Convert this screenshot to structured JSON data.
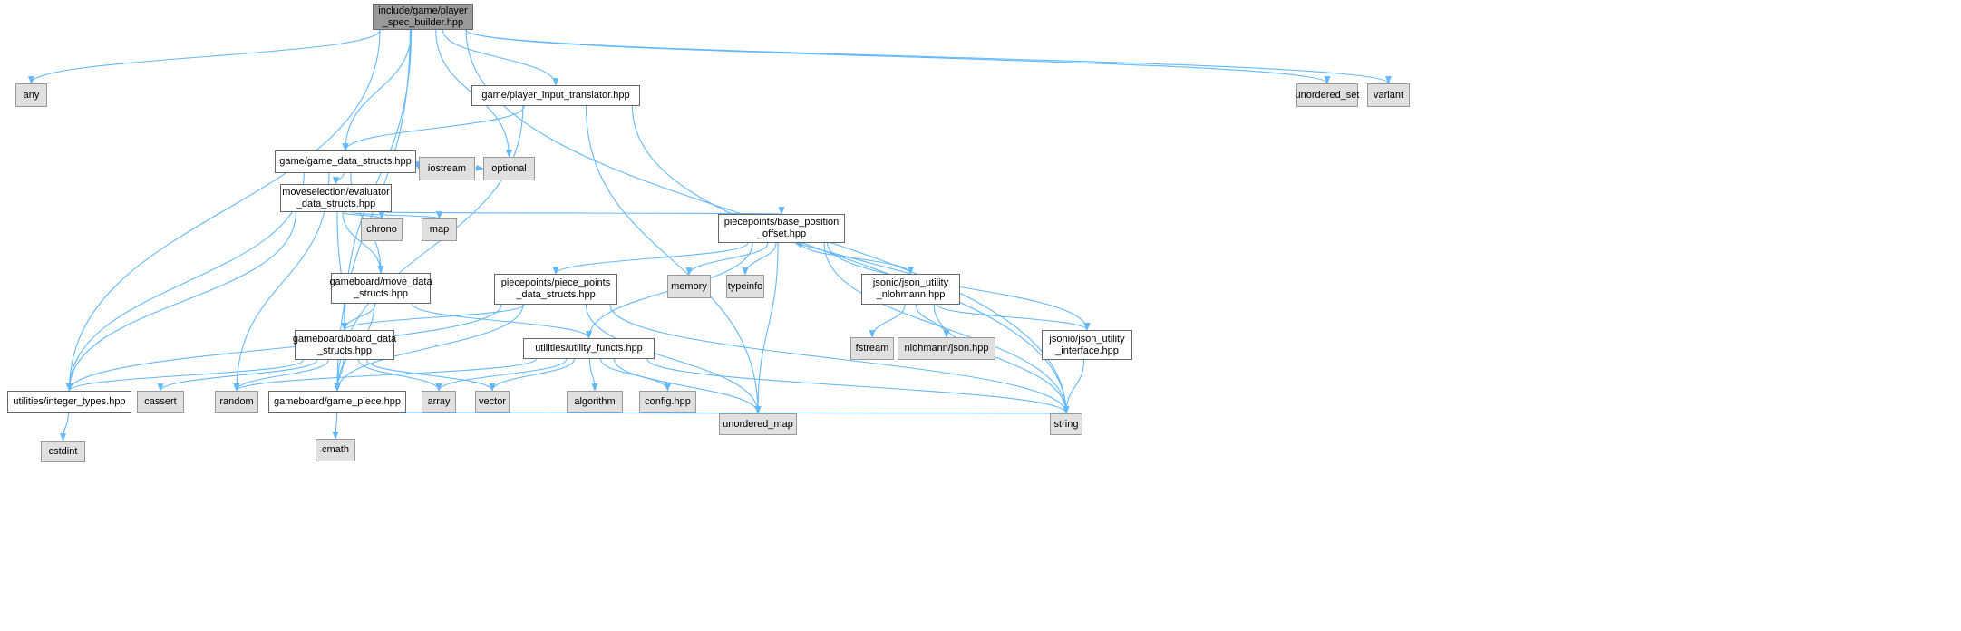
{
  "colors": {
    "edge": "#63b8ff",
    "main_fill": "#999999",
    "system_fill": "#e0e0e0",
    "file_fill": "#ffffff"
  },
  "nodes": {
    "main": {
      "label": "include/game/player\n_spec_builder.hpp",
      "kind": "main"
    },
    "any": {
      "label": "any",
      "kind": "sys"
    },
    "pit": {
      "label": "game/player_input_translator.hpp",
      "kind": "file"
    },
    "uset": {
      "label": "unordered_set",
      "kind": "sys"
    },
    "variant": {
      "label": "variant",
      "kind": "sys"
    },
    "gds": {
      "label": "game/game_data_structs.hpp",
      "kind": "file"
    },
    "iostream": {
      "label": "iostream",
      "kind": "sys"
    },
    "optional": {
      "label": "optional",
      "kind": "sys"
    },
    "eds": {
      "label": "moveselection/evaluator\n_data_structs.hpp",
      "kind": "file"
    },
    "chrono": {
      "label": "chrono",
      "kind": "sys"
    },
    "map": {
      "label": "map",
      "kind": "sys"
    },
    "bpo": {
      "label": "piecepoints/base_position\n_offset.hpp",
      "kind": "file"
    },
    "memory": {
      "label": "memory",
      "kind": "sys"
    },
    "typeinfo": {
      "label": "typeinfo",
      "kind": "sys"
    },
    "ppds": {
      "label": "piecepoints/piece_points\n_data_structs.hpp",
      "kind": "file"
    },
    "mds": {
      "label": "gameboard/move_data\n_structs.hpp",
      "kind": "file"
    },
    "jun": {
      "label": "jsonio/json_utility\n_nlohmann.hpp",
      "kind": "file"
    },
    "bds": {
      "label": "gameboard/board_data\n_structs.hpp",
      "kind": "file"
    },
    "uf": {
      "label": "utilities/utility_functs.hpp",
      "kind": "file"
    },
    "fstream": {
      "label": "fstream",
      "kind": "sys"
    },
    "njson": {
      "label": "nlohmann/json.hpp",
      "kind": "sys"
    },
    "jui": {
      "label": "jsonio/json_utility\n_interface.hpp",
      "kind": "file"
    },
    "it": {
      "label": "utilities/integer_types.hpp",
      "kind": "file"
    },
    "cassert": {
      "label": "cassert",
      "kind": "sys"
    },
    "random": {
      "label": "random",
      "kind": "sys"
    },
    "gp": {
      "label": "gameboard/game_piece.hpp",
      "kind": "file"
    },
    "array": {
      "label": "array",
      "kind": "sys"
    },
    "vector": {
      "label": "vector",
      "kind": "sys"
    },
    "algorithm": {
      "label": "algorithm",
      "kind": "sys"
    },
    "config": {
      "label": "config.hpp",
      "kind": "sys"
    },
    "cstdint": {
      "label": "cstdint",
      "kind": "sys"
    },
    "cmath": {
      "label": "cmath",
      "kind": "sys"
    },
    "umap": {
      "label": "unordered_map",
      "kind": "sys"
    },
    "string": {
      "label": "string",
      "kind": "sys"
    }
  },
  "edges": [
    [
      "main",
      "any"
    ],
    [
      "main",
      "it"
    ],
    [
      "main",
      "bds"
    ],
    [
      "main",
      "gp"
    ],
    [
      "main",
      "gds"
    ],
    [
      "main",
      "optional"
    ],
    [
      "main",
      "pit"
    ],
    [
      "main",
      "uset"
    ],
    [
      "main",
      "variant"
    ],
    [
      "main",
      "string"
    ],
    [
      "pit",
      "gds"
    ],
    [
      "pit",
      "gp"
    ],
    [
      "pit",
      "umap"
    ],
    [
      "pit",
      "string"
    ],
    [
      "gds",
      "it"
    ],
    [
      "gds",
      "random"
    ],
    [
      "gds",
      "eds"
    ],
    [
      "gds",
      "mds"
    ],
    [
      "gds",
      "iostream"
    ],
    [
      "gds",
      "optional"
    ],
    [
      "eds",
      "it"
    ],
    [
      "eds",
      "bds"
    ],
    [
      "eds",
      "mds"
    ],
    [
      "eds",
      "chrono"
    ],
    [
      "eds",
      "map"
    ],
    [
      "eds",
      "bpo"
    ],
    [
      "bpo",
      "ppds"
    ],
    [
      "bpo",
      "uf"
    ],
    [
      "bpo",
      "memory"
    ],
    [
      "bpo",
      "typeinfo"
    ],
    [
      "bpo",
      "umap"
    ],
    [
      "bpo",
      "jun"
    ],
    [
      "bpo",
      "jui"
    ],
    [
      "bpo",
      "string"
    ],
    [
      "mds",
      "bds"
    ],
    [
      "mds",
      "gp"
    ],
    [
      "mds",
      "uf"
    ],
    [
      "ppds",
      "it"
    ],
    [
      "ppds",
      "bds"
    ],
    [
      "ppds",
      "gp"
    ],
    [
      "ppds",
      "umap"
    ],
    [
      "ppds",
      "string"
    ],
    [
      "jun",
      "bpo"
    ],
    [
      "jun",
      "fstream"
    ],
    [
      "jun",
      "njson"
    ],
    [
      "jun",
      "jui"
    ],
    [
      "jun",
      "string"
    ],
    [
      "bds",
      "it"
    ],
    [
      "bds",
      "cassert"
    ],
    [
      "bds",
      "random"
    ],
    [
      "bds",
      "gp"
    ],
    [
      "bds",
      "array"
    ],
    [
      "bds",
      "vector"
    ],
    [
      "uf",
      "random"
    ],
    [
      "uf",
      "array"
    ],
    [
      "uf",
      "vector"
    ],
    [
      "uf",
      "algorithm"
    ],
    [
      "uf",
      "config"
    ],
    [
      "uf",
      "umap"
    ],
    [
      "uf",
      "string"
    ],
    [
      "jui",
      "string"
    ],
    [
      "it",
      "cstdint"
    ],
    [
      "gp",
      "cmath"
    ],
    [
      "gp",
      "umap"
    ],
    [
      "gp",
      "string"
    ]
  ]
}
